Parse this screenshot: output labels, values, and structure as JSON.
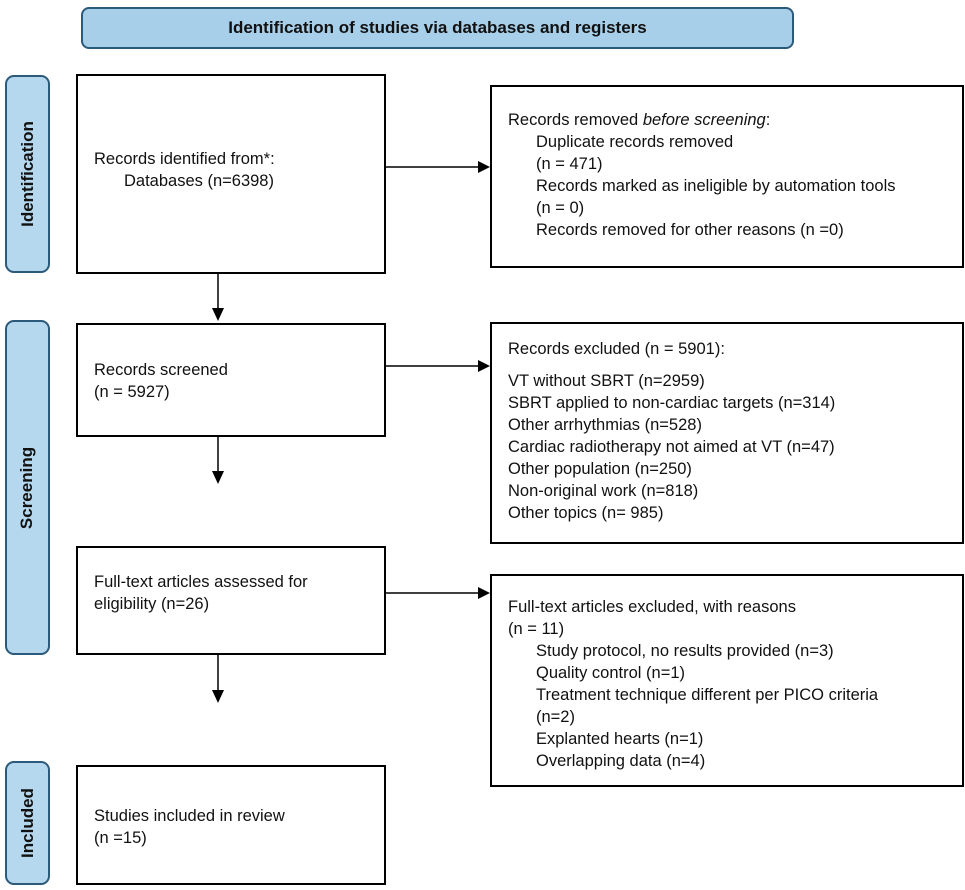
{
  "header": {
    "title": "Identification of studies via databases and registers"
  },
  "phases": {
    "identification": "Identification",
    "screening": "Screening",
    "included": "Included"
  },
  "boxes": {
    "identified": {
      "line1": "Records identified from*:",
      "line2": "Databases (n=6398)"
    },
    "removed": {
      "title_prefix": "Records removed ",
      "title_emphasis": "before screening",
      "title_suffix": ":",
      "items": [
        "Duplicate records removed",
        "(n = 471)",
        "Records marked as ineligible by automation tools",
        "(n = 0)",
        "Records removed for other reasons (n =0)"
      ]
    },
    "screened": {
      "line1": "Records screened",
      "line2": "(n = 5927)"
    },
    "excluded": {
      "title": "Records excluded (n = 5901):",
      "items": [
        "VT without SBRT (n=2959)",
        "SBRT applied to non-cardiac targets (n=314)",
        "Other arrhythmias (n=528)",
        "Cardiac radiotherapy not aimed at VT (n=47)",
        "Other population (n=250)",
        "Non-original work (n=818)",
        "Other topics (n= 985)"
      ]
    },
    "fulltext": {
      "line1": "Full-text articles assessed for",
      "line2": "eligibility (n=26)"
    },
    "fulltext_excluded": {
      "title": "Full-text articles excluded, with reasons",
      "count": "(n = 11)",
      "items": [
        "Study protocol, no results provided (n=3)",
        "Quality control (n=1)",
        "Treatment technique different per PICO criteria",
        "(n=2)",
        "Explanted hearts (n=1)",
        "Overlapping data (n=4)"
      ]
    },
    "included": {
      "line1": "Studies included in review",
      "line2": "(n =15)"
    }
  },
  "colors": {
    "header_fill": "#a8cfe9",
    "phase_fill": "#b6d8ee",
    "border_blue": "#2c5a7a"
  }
}
